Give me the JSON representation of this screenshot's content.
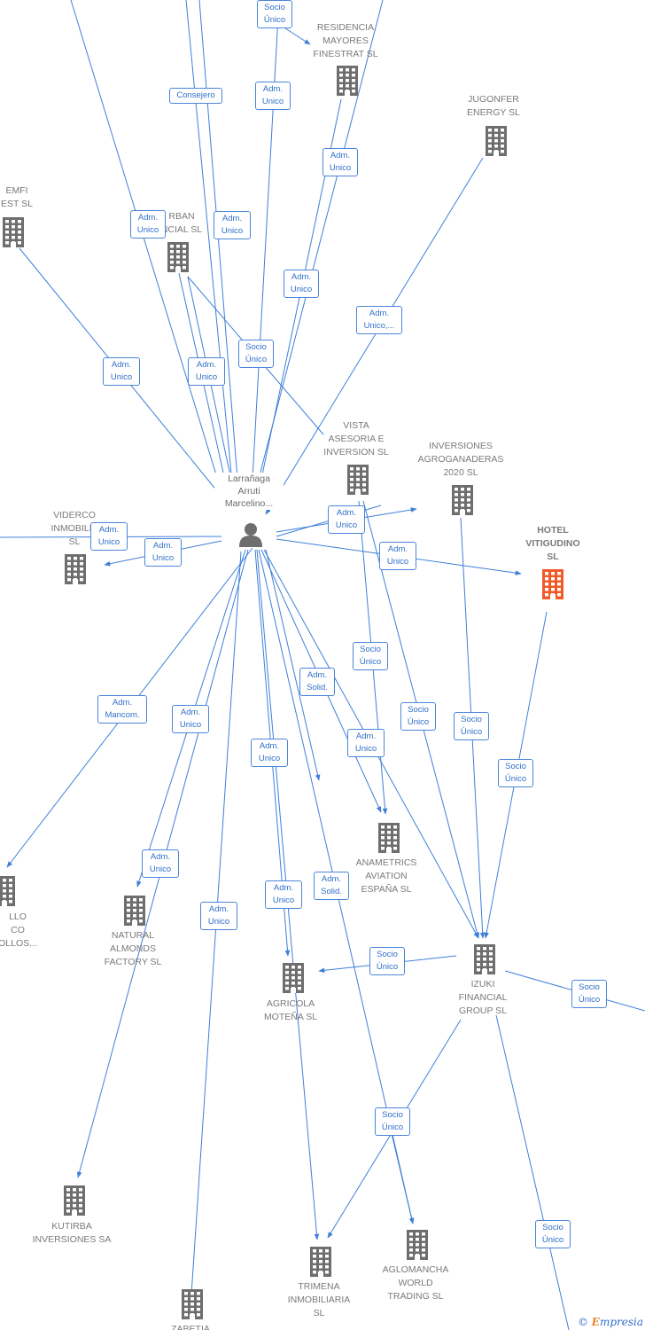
{
  "colors": {
    "edge": "#3f7fd8",
    "company": "#6e6e6e",
    "highlight": "#f05a28",
    "label_border": "#4a86d9"
  },
  "person": {
    "name": "Larrañaga\nArruti\nMarcelino...",
    "icon": "person-icon"
  },
  "companies": [
    {
      "id": "residencia",
      "name": "RESIDENCIA\nMAYORES\nFINESTRAT SL"
    },
    {
      "id": "jugonfer",
      "name": "JUGONFER\nENERGY SL"
    },
    {
      "id": "emfi",
      "name": "EMFI\nEST SL"
    },
    {
      "id": "urban",
      "name": "RBAN\nNCIAL SL"
    },
    {
      "id": "vista",
      "name": "VISTA\nASESORIA E\nINVERSION SL"
    },
    {
      "id": "agrog",
      "name": "INVERSIONES\nAGROGANADERAS\n2020 SL"
    },
    {
      "id": "hotel",
      "name": "HOTEL\nVITIGUDINO\nSL"
    },
    {
      "id": "viderco",
      "name": "VIDERCO\nINMOBILIA\nSL"
    },
    {
      "id": "anametrics",
      "name": "ANAMETRICS\nAVIATION\nESPAÑA SL"
    },
    {
      "id": "castillo",
      "name": "LLO\nCO\nOLLOS..."
    },
    {
      "id": "natural",
      "name": "NATURAL\nALMONDS\nFACTORY SL"
    },
    {
      "id": "agricola",
      "name": "AGRICOLA\nMOTEÑA SL"
    },
    {
      "id": "izuki",
      "name": "IZUKI\nFINANCIAL\nGROUP SL"
    },
    {
      "id": "kutirba",
      "name": "KUTIRBA\nINVERSIONES SA"
    },
    {
      "id": "trimena",
      "name": "TRIMENA\nINMOBILIARIA\nSL"
    },
    {
      "id": "aglomancha",
      "name": "AGLOMANCHA\nWORLD\nTRADING SL"
    },
    {
      "id": "zabetia",
      "name": "ZABETIA"
    }
  ],
  "edge_labels": [
    {
      "id": "l-socio-top",
      "text": "Socio\nÚnico"
    },
    {
      "id": "l-consejero",
      "text": "Consejero"
    },
    {
      "id": "l-adm-top",
      "text": "Adm.\nUnico"
    },
    {
      "id": "l-adm-resid",
      "text": "Adm.\nUnico"
    },
    {
      "id": "l-adm-urban1",
      "text": "Adm.\nUnico"
    },
    {
      "id": "l-adm-urban2",
      "text": "Adm.\nUnico"
    },
    {
      "id": "l-adm-mid",
      "text": "Adm.\nUnico"
    },
    {
      "id": "l-adm-jug",
      "text": "Adm.\nUnico,..."
    },
    {
      "id": "l-adm-emfi",
      "text": "Adm.\nUnico"
    },
    {
      "id": "l-adm-urban3",
      "text": "Adm.\nUnico"
    },
    {
      "id": "l-socio-urban",
      "text": "Socio\nÚnico"
    },
    {
      "id": "l-adm-agrog",
      "text": "Adm.\nUnico"
    },
    {
      "id": "l-adm-vid1",
      "text": "Adm.\nUnico"
    },
    {
      "id": "l-adm-vid2",
      "text": "Adm.\nUnico"
    },
    {
      "id": "l-adm-hotel",
      "text": "Adm.\nUnico"
    },
    {
      "id": "l-socio-vista",
      "text": "Socio\nÚnico"
    },
    {
      "id": "l-adm-solid1",
      "text": "Adm.\nSolid."
    },
    {
      "id": "l-mancom",
      "text": "Adm.\nMancom."
    },
    {
      "id": "l-adm-nat",
      "text": "Adm.\nUnico"
    },
    {
      "id": "l-adm-ana",
      "text": "Adm.\nUnico"
    },
    {
      "id": "l-socio-izuki1",
      "text": "Socio\nÚnico"
    },
    {
      "id": "l-socio-agrog",
      "text": "Socio\nÚnico"
    },
    {
      "id": "l-socio-hotel",
      "text": "Socio\nÚnico"
    },
    {
      "id": "l-adm-agric1",
      "text": "Adm.\nUnico"
    },
    {
      "id": "l-adm-nat2",
      "text": "Adm.\nUnico"
    },
    {
      "id": "l-adm-agric2",
      "text": "Adm.\nUnico"
    },
    {
      "id": "l-adm-solid2",
      "text": "Adm.\nSolid."
    },
    {
      "id": "l-adm-zab",
      "text": "Adm.\nUnico"
    },
    {
      "id": "l-socio-agric",
      "text": "Socio\nÚnico"
    },
    {
      "id": "l-socio-right",
      "text": "Socio\nÚnico"
    },
    {
      "id": "l-socio-trim",
      "text": "Socio\nÚnico"
    },
    {
      "id": "l-socio-bottom",
      "text": "Socio\nÚnico"
    }
  ],
  "brand": {
    "symbol": "©",
    "e": "E",
    "rest": "mpresia"
  }
}
